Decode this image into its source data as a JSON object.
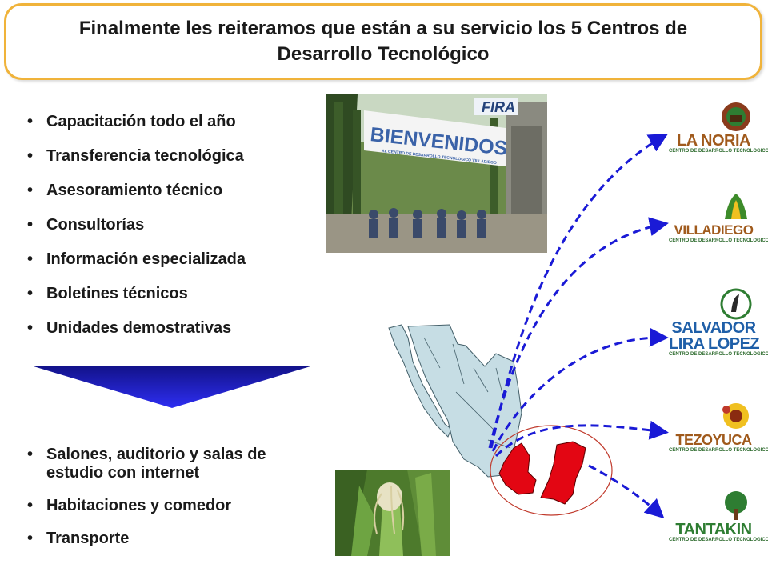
{
  "title": "Finalmente les reiteramos que están a su servicio los 5 Centros de Desarrollo Tecnológico",
  "services": [
    "Capacitación todo el año",
    "Transferencia tecnológica",
    "Asesoramiento técnico",
    "Consultorías",
    "Información especializada",
    "Boletines técnicos",
    "Unidades demostrativas"
  ],
  "facilities": [
    "Salones, auditorio y salas de estudio con internet",
    "Habitaciones y comedor",
    "Transporte"
  ],
  "banner": {
    "text": "BIENVENIDOS",
    "brand": "FIRA",
    "subtitle": "AL CENTRO DE DESARROLLO TECNOLOGICO VILLADIEGO"
  },
  "centers": [
    {
      "name": "LA NORIA",
      "sub": "CENTRO DE DESARROLLO TECNOLOGICO"
    },
    {
      "name": "VILLADIEGO",
      "sub": "CENTRO DE DESARROLLO TECNOLOGICO"
    },
    {
      "name1": "SALVADOR",
      "name2": "LIRA LOPEZ",
      "sub": "CENTRO DE DESARROLLO TECNOLOGICO"
    },
    {
      "name": "TEZOYUCA",
      "sub": "CENTRO DE DESARROLLO TECNOLOGICO"
    },
    {
      "name": "TANTAKIN",
      "sub": "CENTRO DE DESARROLLO TECNOLOGICO"
    }
  ],
  "colors": {
    "title_border": "#f0b33a",
    "arrow": "#1a1ad6",
    "highlight": "#e30613",
    "map": "#c6dde4"
  }
}
